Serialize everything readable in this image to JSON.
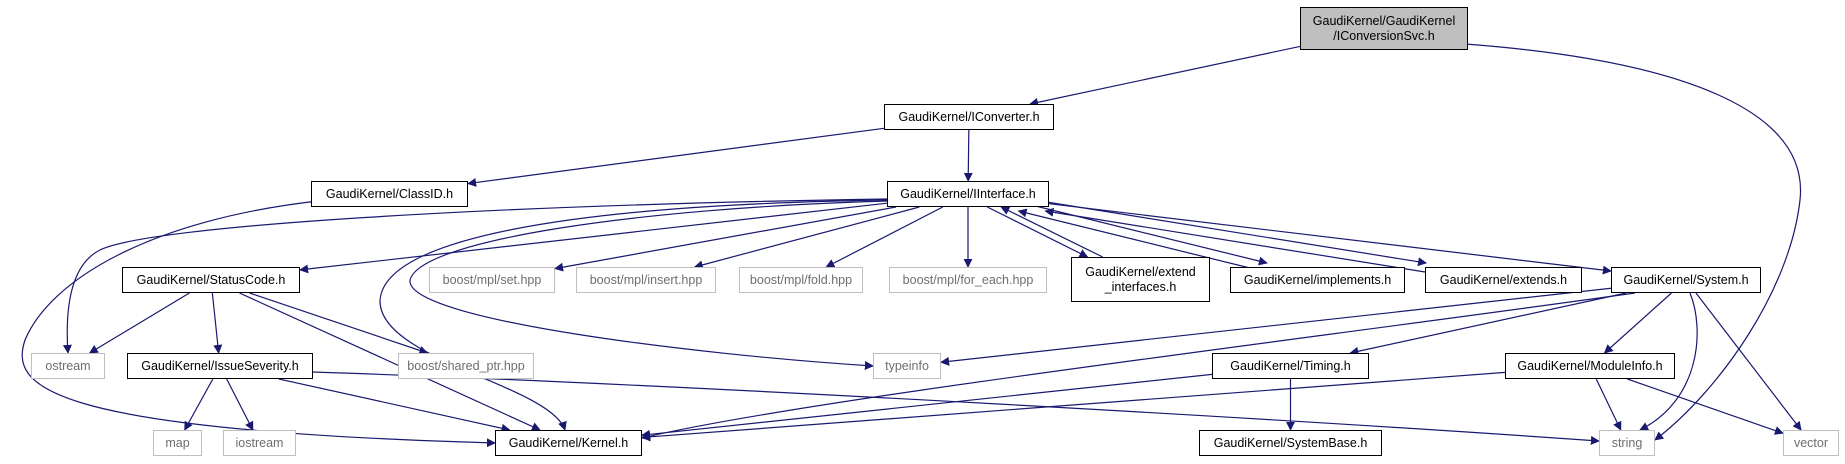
{
  "diagram": {
    "colors": {
      "edge": "#191970",
      "root_fill": "#bfbfbf",
      "external_border": "#bfbfbf",
      "external_text": "#6e6e6e"
    },
    "nodes": [
      {
        "id": "iconversionsvc",
        "label": "GaudiKernel/GaudiKernel\n/IConversionSvc.h",
        "kind": "root"
      },
      {
        "id": "iconverter",
        "label": "GaudiKernel/IConverter.h",
        "kind": "local"
      },
      {
        "id": "classid",
        "label": "GaudiKernel/ClassID.h",
        "kind": "local"
      },
      {
        "id": "iinterface",
        "label": "GaudiKernel/IInterface.h",
        "kind": "local"
      },
      {
        "id": "statuscode",
        "label": "GaudiKernel/StatusCode.h",
        "kind": "local"
      },
      {
        "id": "mplset",
        "label": "boost/mpl/set.hpp",
        "kind": "external"
      },
      {
        "id": "mplinsert",
        "label": "boost/mpl/insert.hpp",
        "kind": "external"
      },
      {
        "id": "mplfold",
        "label": "boost/mpl/fold.hpp",
        "kind": "external"
      },
      {
        "id": "mplforeach",
        "label": "boost/mpl/for_each.hpp",
        "kind": "external"
      },
      {
        "id": "extendinterfaces",
        "label": "GaudiKernel/extend\n_interfaces.h",
        "kind": "local"
      },
      {
        "id": "implements",
        "label": "GaudiKernel/implements.h",
        "kind": "local"
      },
      {
        "id": "extends",
        "label": "GaudiKernel/extends.h",
        "kind": "local"
      },
      {
        "id": "system",
        "label": "GaudiKernel/System.h",
        "kind": "local"
      },
      {
        "id": "ostream",
        "label": "ostream",
        "kind": "external"
      },
      {
        "id": "issueseverity",
        "label": "GaudiKernel/IssueSeverity.h",
        "kind": "local"
      },
      {
        "id": "sharedptr",
        "label": "boost/shared_ptr.hpp",
        "kind": "external"
      },
      {
        "id": "typeinfo",
        "label": "typeinfo",
        "kind": "external"
      },
      {
        "id": "timing",
        "label": "GaudiKernel/Timing.h",
        "kind": "local"
      },
      {
        "id": "moduleinfo",
        "label": "GaudiKernel/ModuleInfo.h",
        "kind": "local"
      },
      {
        "id": "map",
        "label": "map",
        "kind": "external"
      },
      {
        "id": "iostream",
        "label": "iostream",
        "kind": "external"
      },
      {
        "id": "kernel",
        "label": "GaudiKernel/Kernel.h",
        "kind": "local"
      },
      {
        "id": "string",
        "label": "string",
        "kind": "external"
      },
      {
        "id": "systembase",
        "label": "GaudiKernel/SystemBase.h",
        "kind": "local"
      },
      {
        "id": "vector",
        "label": "vector",
        "kind": "external"
      }
    ],
    "edges": [
      {
        "from": "iconversionsvc",
        "to": "iconverter"
      },
      {
        "from": "iconversionsvc",
        "to": "string"
      },
      {
        "from": "iconverter",
        "to": "iinterface"
      },
      {
        "from": "iconverter",
        "to": "classid"
      },
      {
        "from": "classid",
        "to": "kernel"
      },
      {
        "from": "iinterface",
        "to": "ostream"
      },
      {
        "from": "iinterface",
        "to": "statuscode"
      },
      {
        "from": "iinterface",
        "to": "kernel"
      },
      {
        "from": "iinterface",
        "to": "typeinfo"
      },
      {
        "from": "iinterface",
        "to": "mplset"
      },
      {
        "from": "iinterface",
        "to": "mplinsert"
      },
      {
        "from": "iinterface",
        "to": "mplfold"
      },
      {
        "from": "iinterface",
        "to": "mplforeach"
      },
      {
        "from": "iinterface",
        "to": "extendinterfaces"
      },
      {
        "from": "iinterface",
        "to": "implements"
      },
      {
        "from": "iinterface",
        "to": "extends"
      },
      {
        "from": "iinterface",
        "to": "system"
      },
      {
        "from": "extendinterfaces",
        "to": "iinterface"
      },
      {
        "from": "implements",
        "to": "iinterface"
      },
      {
        "from": "extends",
        "to": "iinterface"
      },
      {
        "from": "statuscode",
        "to": "ostream"
      },
      {
        "from": "statuscode",
        "to": "issueseverity"
      },
      {
        "from": "statuscode",
        "to": "kernel"
      },
      {
        "from": "statuscode",
        "to": "sharedptr"
      },
      {
        "from": "issueseverity",
        "to": "map"
      },
      {
        "from": "issueseverity",
        "to": "iostream"
      },
      {
        "from": "issueseverity",
        "to": "kernel"
      },
      {
        "from": "issueseverity",
        "to": "string"
      },
      {
        "from": "system",
        "to": "typeinfo"
      },
      {
        "from": "system",
        "to": "kernel"
      },
      {
        "from": "system",
        "to": "timing"
      },
      {
        "from": "system",
        "to": "moduleinfo"
      },
      {
        "from": "system",
        "to": "string"
      },
      {
        "from": "system",
        "to": "vector"
      },
      {
        "from": "timing",
        "to": "kernel"
      },
      {
        "from": "timing",
        "to": "systembase"
      },
      {
        "from": "moduleinfo",
        "to": "kernel"
      },
      {
        "from": "moduleinfo",
        "to": "string"
      },
      {
        "from": "moduleinfo",
        "to": "vector"
      }
    ]
  }
}
